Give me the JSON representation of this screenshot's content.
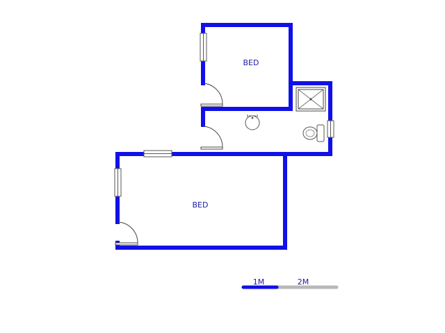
{
  "colors": {
    "wall": "#1010e8",
    "text": "#1a1aa0",
    "scale_primary": "#1010e8",
    "scale_secondary": "#b8b8b8"
  },
  "rooms": [
    {
      "id": "bedroom-upper",
      "label": "BED"
    },
    {
      "id": "bedroom-lower",
      "label": "BED"
    }
  ],
  "fixtures": [
    "shower-icon",
    "basin-icon",
    "toilet-icon"
  ],
  "scale_bar": {
    "labels": [
      "1M",
      "2M"
    ]
  }
}
